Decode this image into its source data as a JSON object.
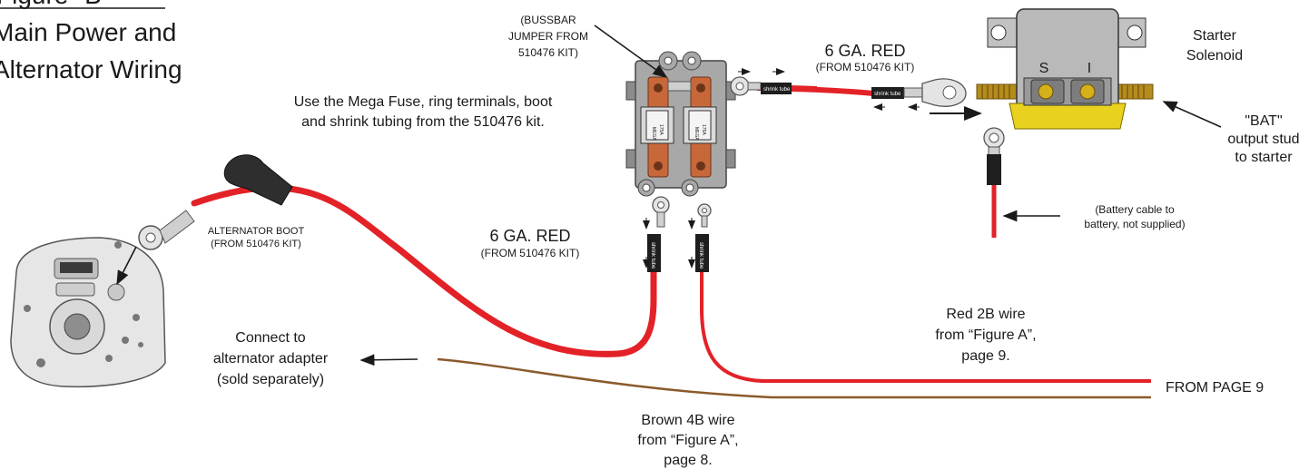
{
  "heading": {
    "figure": "Figure \"B\"",
    "line1": "Main Power and",
    "line2": "Alternator Wiring"
  },
  "notes": {
    "usage_line1": "Use the Mega Fuse, ring terminals, boot",
    "usage_line2": "and shrink tubing from the 510476 kit."
  },
  "bussbar": {
    "line1": "(BUSSBAR",
    "line2": "JUMPER FROM",
    "line3": "510476 KIT)",
    "fuse_text": "MEGA",
    "fuse_amps": "175A"
  },
  "solenoid": {
    "label1": "Starter",
    "label2": "Solenoid",
    "s": "S",
    "i": "I"
  },
  "bat": {
    "line1": "\"BAT\"",
    "line2": "output stud",
    "line3": "to starter"
  },
  "battery_cable": {
    "line1": "(Battery cable to",
    "line2": "battery, not supplied)"
  },
  "top_cable": {
    "gauge": "6 GA. RED",
    "source": "(FROM 510476 KIT)"
  },
  "alt_cable": {
    "gauge": "6 GA. RED",
    "source": "(FROM 510476 KIT)"
  },
  "alt_boot": {
    "line1": "ALTERNATOR BOOT",
    "line2": "(FROM 510476 KIT)"
  },
  "adapter": {
    "line1": "Connect to",
    "line2": "alternator adapter",
    "line3": "(sold separately)"
  },
  "red_wire": {
    "line1": "Red 2B wire",
    "line2": "from “Figure A”,",
    "line3": "page 9."
  },
  "brown_wire": {
    "line1": "Brown 4B wire",
    "line2": "from “Figure A”,",
    "line3": "page 8."
  },
  "from_page": "FROM PAGE 9",
  "shrink_tube": "shrink tube",
  "colors": {
    "red_wire": "#e32228",
    "brown_wire": "#8a5a2b",
    "bussbar_copper": "#c8683a",
    "solenoid_yellow": "#e8d21d",
    "brass": "#b58b1c"
  }
}
